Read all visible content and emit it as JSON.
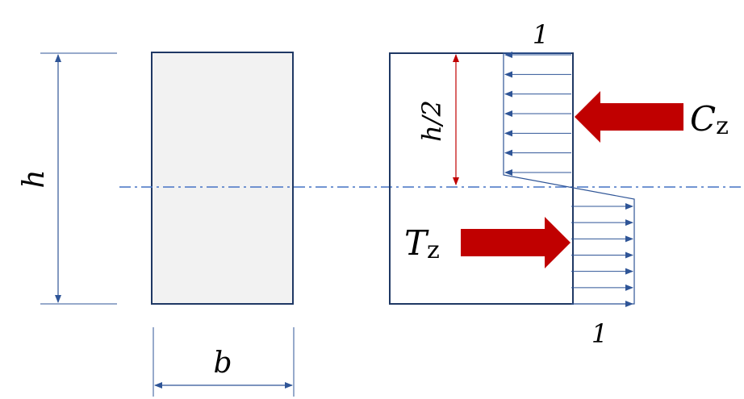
{
  "labels": {
    "height": "h",
    "width": "b",
    "half_height": "h/2",
    "compression_main": "C",
    "compression_sub": "z",
    "tension_main": "T",
    "tension_sub": "z",
    "top_value": "1",
    "bottom_value": "1"
  },
  "colors": {
    "dimension_line": "#2f5597",
    "section_fill": "#f2f2f2",
    "section_stroke": "#1f3864",
    "force_arrow": "#c00000",
    "half_height_dim": "#c00000",
    "neutral_axis": "#4472c4"
  },
  "stress_distribution": {
    "top_stress": -1,
    "bottom_stress": 1,
    "arrows_per_half": 7
  }
}
